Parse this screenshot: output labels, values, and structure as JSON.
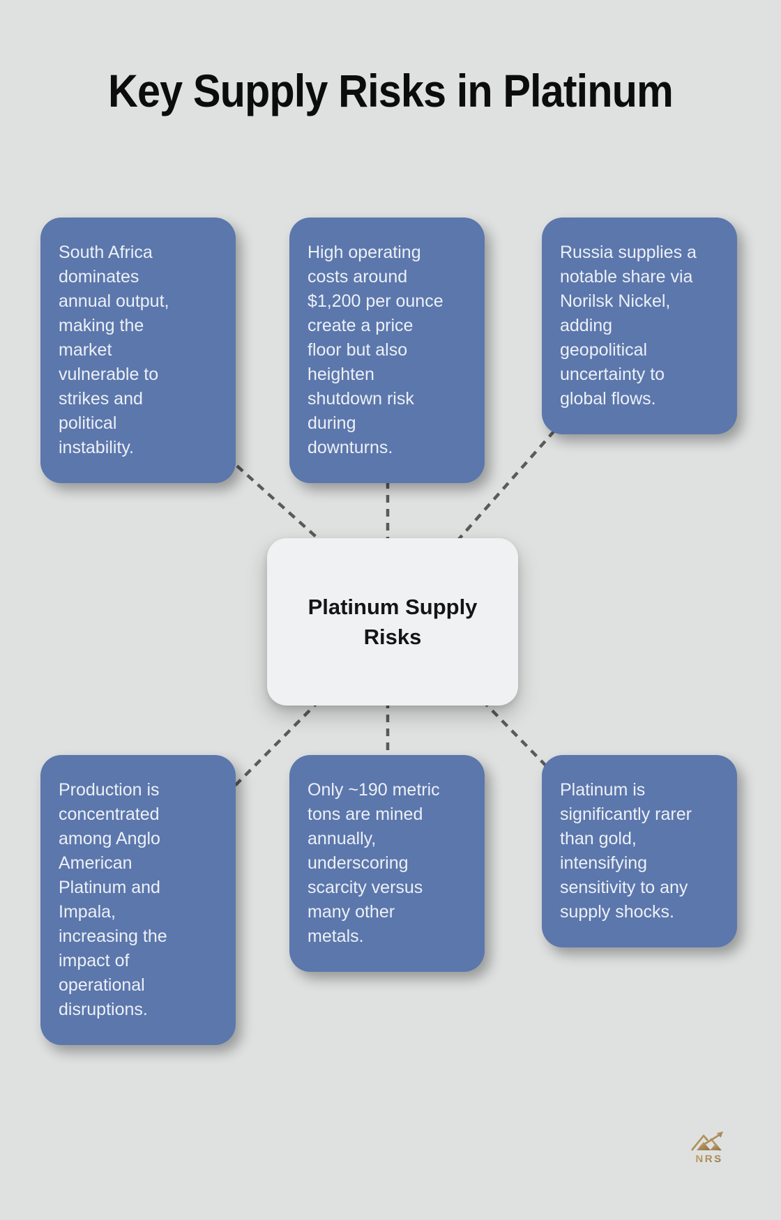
{
  "page": {
    "title": "Key Supply Risks in Platinum"
  },
  "theme": {
    "background_color": "#dfe1e0",
    "risk_box_color": "#5b77ac",
    "risk_box_text_color": "#edf0f6",
    "center_card_color": "#f0f1f3",
    "title_color": "#0c0c0c",
    "connector_color": "#5a5a5a",
    "logo_gold_color": "#a5854f"
  },
  "center_node": {
    "label": "Platinum Supply\nRisks"
  },
  "risk_boxes": [
    {
      "id": "south-africa-dominance",
      "text": "South Africa\ndominates\nannual output,\nmaking the\nmarket\nvulnerable to\nstrikes and\npolitical\ninstability."
    },
    {
      "id": "operating-costs",
      "text": "High operating\ncosts around\n$1,200 per ounce\ncreate a price\nfloor but also\nheighten\nshutdown risk\nduring\ndownturns."
    },
    {
      "id": "russia-supply",
      "text": "Russia supplies a\nnotable share via\nNorilsk Nickel,\nadding\ngeopolitical\nuncertainty to\nglobal flows."
    },
    {
      "id": "producer-concentration",
      "text": "Production is\nconcentrated\namong Anglo\nAmerican\nPlatinum and\nImpala,\nincreasing the\nimpact of\noperational\ndisruptions."
    },
    {
      "id": "annual-supply-scarcity",
      "text": "Only ~190 metric\ntons are mined\nannually,\nunderscoring\nscarcity versus\nmany other\nmetals."
    },
    {
      "id": "rarity-vs-gold",
      "text": "Platinum is\nsignificantly rarer\nthan gold,\nintensifying\nsensitivity to any\nsupply shocks."
    }
  ],
  "logo": {
    "text": "NRS",
    "icon": "mountain-trend-arrow-icon"
  }
}
